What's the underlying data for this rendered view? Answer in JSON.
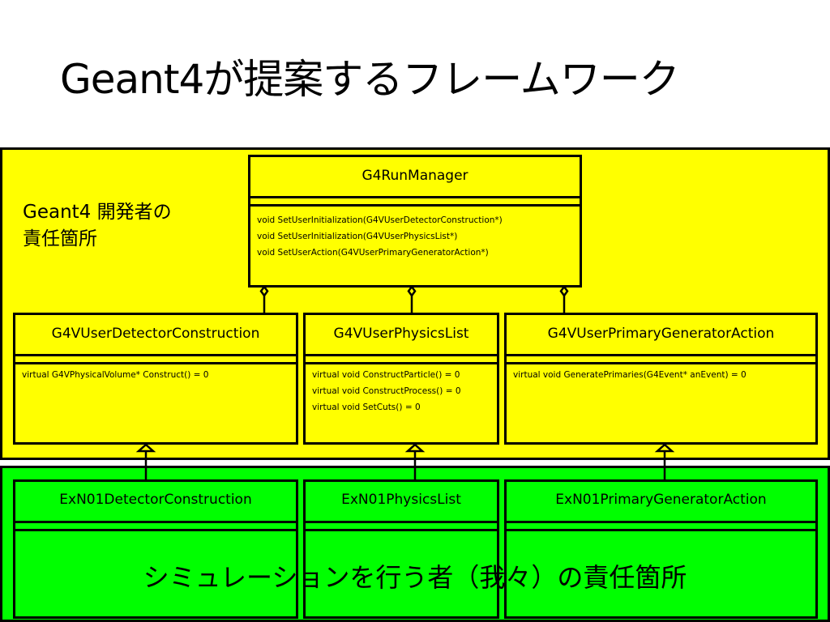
{
  "title": "Geant4が提案するフレームワーク",
  "developer_region": {
    "label_line1": "Geant4 開発者の",
    "label_line2": "責任箇所",
    "color": "#ffff00"
  },
  "user_region": {
    "label": "シミュレーションを行う者（我々）の責任箇所",
    "color": "#00ff00"
  },
  "run_manager": {
    "name": "G4RunManager",
    "methods": [
      "void SetUserInitialization(G4VUserDetectorConstruction*)",
      "void SetUserInitialization(G4VUserPhysicsList*)",
      "void SetUserAction(G4VUserPrimaryGeneratorAction*)"
    ]
  },
  "base_classes": [
    {
      "name": "G4VUserDetectorConstruction",
      "methods": [
        "virtual G4VPhysicalVolume* Construct() = 0"
      ]
    },
    {
      "name": "G4VUserPhysicsList",
      "methods": [
        "virtual void ConstructParticle() = 0",
        "virtual void ConstructProcess() = 0",
        "virtual void SetCuts() = 0"
      ]
    },
    {
      "name": "G4VUserPrimaryGeneratorAction",
      "methods": [
        "virtual void GeneratePrimaries(G4Event* anEvent) = 0"
      ]
    }
  ],
  "user_classes": [
    {
      "name": "ExN01DetectorConstruction"
    },
    {
      "name": "ExN01PhysicsList"
    },
    {
      "name": "ExN01PrimaryGeneratorAction"
    }
  ]
}
